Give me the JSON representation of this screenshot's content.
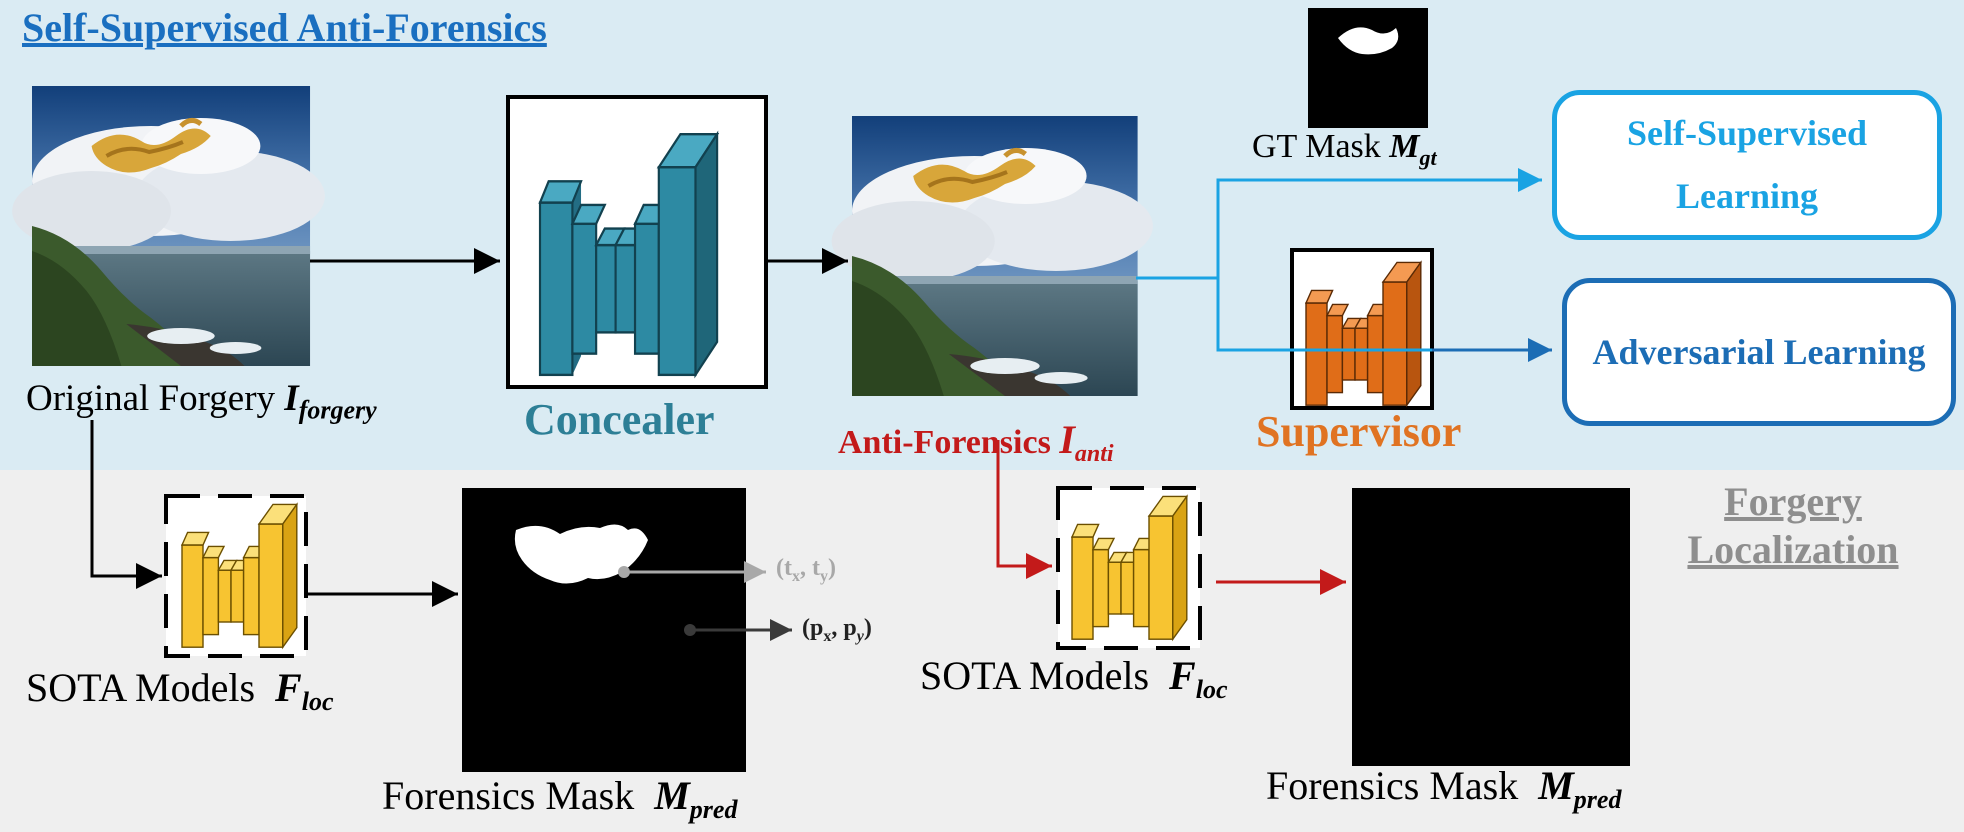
{
  "section_title": "Self-Supervised Anti-Forensics",
  "forgery_title": "Forgery Localization",
  "labels": {
    "original_forgery": "Original Forgery",
    "original_forgery_sym": "I",
    "original_forgery_sub": "forgery",
    "concealer": "Concealer",
    "anti_forensics": "Anti-Forensics",
    "anti_forensics_sym": "I",
    "anti_forensics_sub": "anti",
    "gt_mask": "GT Mask",
    "gt_mask_sym": "M",
    "gt_mask_sub": "gt",
    "supervisor": "Supervisor",
    "sota_models": "SOTA Models",
    "sota_sym": "F",
    "sota_sub": "loc",
    "forensics_mask": "Forensics Mask",
    "forensics_mask_sym": "M",
    "forensics_mask_sub": "pred"
  },
  "boxes": {
    "self_supervised": "Self-Supervised Learning",
    "adversarial": "Adversarial Learning"
  },
  "coords": {
    "t_x": "t",
    "t_x_sub": "x",
    "t_y": "t",
    "t_y_sub": "y",
    "p_x": "p",
    "p_x_sub": "x",
    "p_y": "p",
    "p_y_sub": "y"
  },
  "colors": {
    "top_panel": "#daebf3",
    "bottom_panel": "#efefef",
    "title_blue": "#1a6fc0",
    "concealer_teal": "#2d7f96",
    "supervisor_orange": "#e07322",
    "anti_red": "#c31a1a",
    "ssl_blue": "#1aa3e3",
    "adv_blue": "#1c6db5",
    "sota_yellow": "#f7c431",
    "forgery_gray": "#8e8e8e"
  }
}
